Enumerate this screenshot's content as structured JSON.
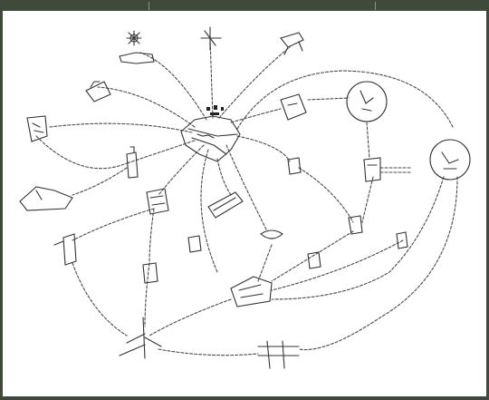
{
  "colors": {
    "frame": "#3f4a3b",
    "paper": "#ffffff",
    "ink": "#333333"
  },
  "diagram": {
    "kind": "hand-drawn network sketch",
    "nodes": [
      {
        "id": "hub",
        "glyph": "central-figure"
      },
      {
        "id": "top-left-flower",
        "glyph": "flower-icon"
      },
      {
        "id": "top-plane",
        "glyph": "plane-icon"
      },
      {
        "id": "top-right-cart",
        "glyph": "cart-icon"
      },
      {
        "id": "left-bag",
        "glyph": "bag-icon"
      },
      {
        "id": "left-pair",
        "glyph": "people-icon"
      },
      {
        "id": "left-shoe",
        "glyph": "shoe-icon"
      },
      {
        "id": "left-bottle",
        "glyph": "bottle-icon"
      },
      {
        "id": "mid-roll",
        "glyph": "roll-icon"
      },
      {
        "id": "mid-shape",
        "glyph": "shape-icon"
      },
      {
        "id": "right-figure",
        "glyph": "figure-icon"
      },
      {
        "id": "circle-a",
        "glyph": "circle-group-icon"
      },
      {
        "id": "circle-b",
        "glyph": "circle-group-icon"
      },
      {
        "id": "right-cup",
        "glyph": "cup-icon"
      },
      {
        "id": "bottom-kit",
        "glyph": "kit-icon"
      },
      {
        "id": "bottom-tree",
        "glyph": "tree-icon"
      },
      {
        "id": "bottom-ladder",
        "glyph": "ladder-icon"
      },
      {
        "id": "left-standing",
        "glyph": "standing-person-icon"
      },
      {
        "id": "left-lower",
        "glyph": "small-figure-icon"
      }
    ]
  }
}
